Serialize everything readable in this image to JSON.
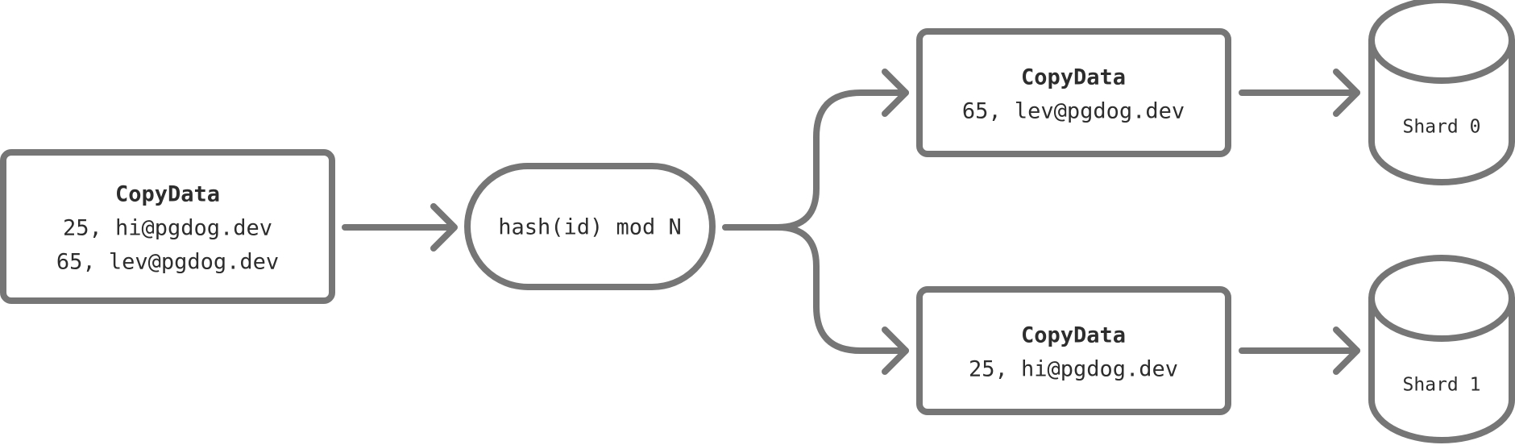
{
  "source": {
    "title": "CopyData",
    "rows": [
      "25, hi@pgdog.dev",
      "65, lev@pgdog.dev"
    ]
  },
  "router": {
    "label": "hash(id) mod N"
  },
  "outputs": [
    {
      "title": "CopyData",
      "row": "65, lev@pgdog.dev"
    },
    {
      "title": "CopyData",
      "row": "25, hi@pgdog.dev"
    }
  ],
  "shards": [
    {
      "label": "Shard 0"
    },
    {
      "label": "Shard 1"
    }
  ],
  "colors": {
    "stroke": "#767676",
    "text": "#2d2d2d",
    "background": "#ffffff"
  }
}
